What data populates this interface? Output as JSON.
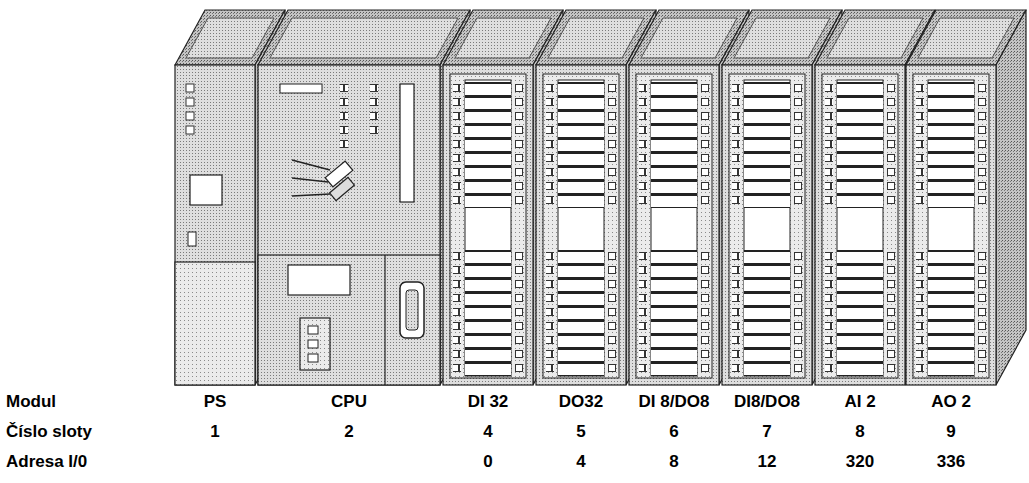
{
  "diagram": {
    "labels": [
      "Modul",
      "PS",
      "CPU",
      "DI 32",
      "DO32",
      "DI 8/DO8",
      "DI8/DO8",
      "AI 2",
      "AO 2",
      "Číslo sloty",
      "1",
      "2",
      "4",
      "5",
      "6",
      "7",
      "8",
      "9",
      "Adresa I/0",
      "0",
      "4",
      "8",
      "12",
      "320",
      "336"
    ]
  }
}
